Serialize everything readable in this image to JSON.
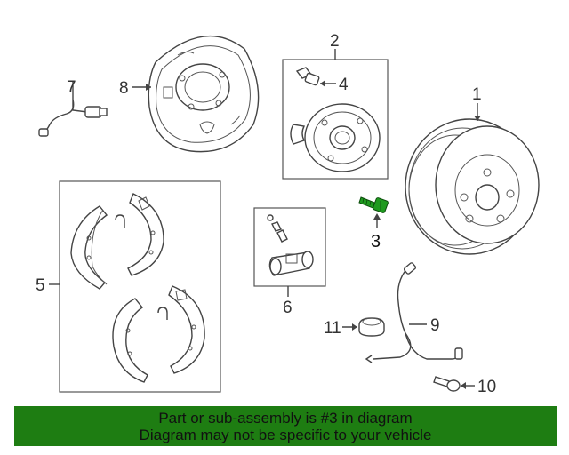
{
  "callouts": {
    "c1": "1",
    "c2": "2",
    "c3": "3",
    "c4": "4",
    "c5": "5",
    "c6": "6",
    "c7": "7",
    "c8": "8",
    "c9": "9",
    "c10": "10",
    "c11": "11"
  },
  "highlight_part": "3",
  "colors": {
    "highlight": "#1f9a1f",
    "banner": "#1e7d12",
    "line": "#444444"
  },
  "banner": {
    "line1": "Part or sub-assembly is #3 in diagram",
    "line2": "Diagram may not be specific to your vehicle"
  }
}
